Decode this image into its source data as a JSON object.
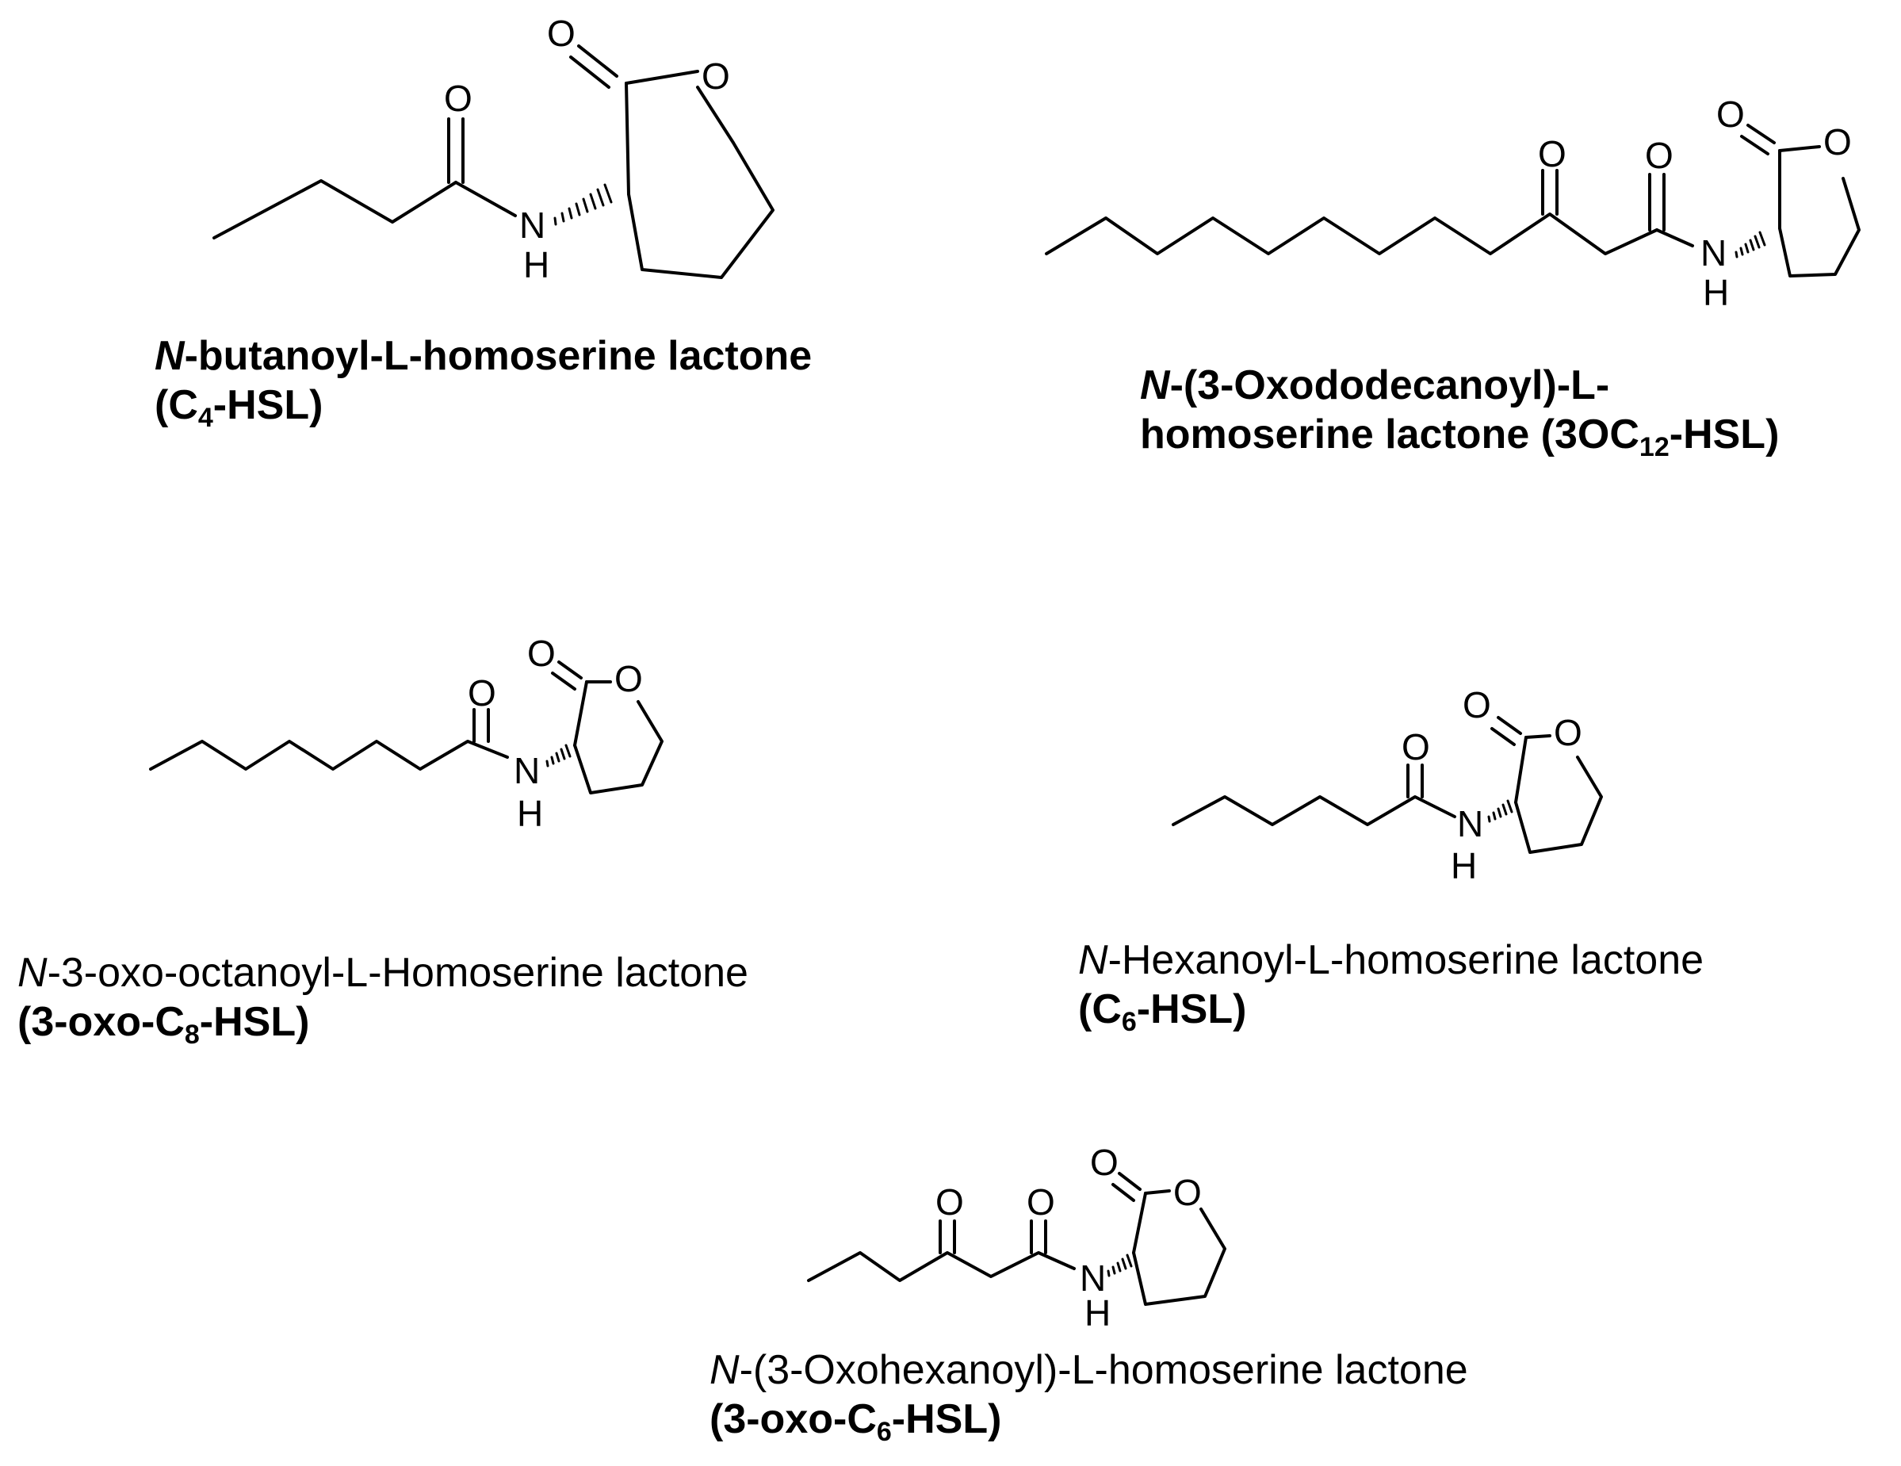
{
  "molecules": [
    {
      "name_prefix": "N",
      "name_rest": "-butanoyl-L-homoserine lactone",
      "name_line2": "",
      "abbr_open": "(C",
      "abbr_sub": "4",
      "abbr_close": "-HSL)",
      "atoms": {
        "o_acyl": "O",
        "o_carbonyl": "O",
        "o_ring": "O",
        "n": "N",
        "h": "H"
      }
    },
    {
      "name_prefix": "N",
      "name_rest": "-(3-Oxododecanoyl)-L-",
      "name_line2": "homoserine lactone (3OC",
      "abbr_sub": "12",
      "abbr_close": "-HSL)",
      "atoms": {
        "o_keto": "O",
        "o_acyl": "O",
        "o_carbonyl": "O",
        "o_ring": "O",
        "n": "N",
        "h": "H"
      }
    },
    {
      "name_prefix": "N",
      "name_rest": "-3-oxo-octanoyl-L-Homoserine lactone",
      "abbr_open": "(3-oxo-C",
      "abbr_sub": "8",
      "abbr_close": "-HSL)",
      "atoms": {
        "o_acyl": "O",
        "o_carbonyl": "O",
        "o_ring": "O",
        "n": "N",
        "h": "H"
      }
    },
    {
      "name_prefix": "N",
      "name_rest": "-Hexanoyl-L-homoserine lactone",
      "abbr_open": "(C",
      "abbr_sub": "6",
      "abbr_close": "-HSL)",
      "atoms": {
        "o_acyl": "O",
        "o_carbonyl": "O",
        "o_ring": "O",
        "n": "N",
        "h": "H"
      }
    },
    {
      "name_prefix": "N",
      "name_rest": "-(3-Oxohexanoyl)-L-homoserine lactone",
      "abbr_open": "(3-oxo-C",
      "abbr_sub": "6",
      "abbr_close": "-HSL)",
      "atoms": {
        "o_keto": "O",
        "o_acyl": "O",
        "o_carbonyl": "O",
        "o_ring": "O",
        "n": "N",
        "h": "H"
      }
    }
  ]
}
